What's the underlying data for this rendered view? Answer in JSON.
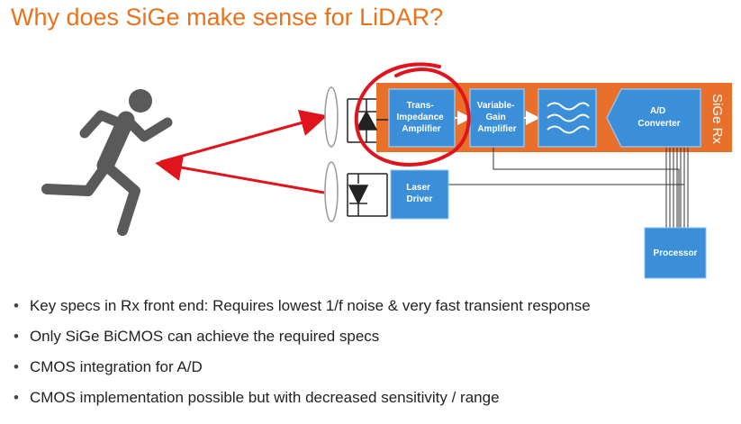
{
  "title": "Why does SiGe make sense for LiDAR?",
  "diagram": {
    "sige_rx_label": "SiGe Rx",
    "blocks": {
      "tia": [
        "Trans-",
        "Impedance",
        "Amplifier"
      ],
      "vga": [
        "Variable-",
        "Gain",
        "Amplifier"
      ],
      "adc": [
        "A/D",
        "Converter"
      ],
      "laser_driver": [
        "Laser",
        "Driver"
      ],
      "processor": [
        "Processor"
      ]
    },
    "colors": {
      "block_blue": "#3b8fd9",
      "sige_orange": "#e8702a",
      "highlight_red": "#e0141c",
      "arrow_red": "#e0141c",
      "title_orange": "#e8731e"
    },
    "icons": [
      "running-person-icon",
      "photodiode-icon",
      "laser-diode-icon",
      "filter-waves-icon"
    ]
  },
  "bullets": [
    "Key specs in Rx front end: Requires lowest 1/f noise & very fast transient response",
    "Only SiGe BiCMOS can achieve the required specs",
    "CMOS integration for A/D",
    "CMOS implementation possible but with decreased sensitivity / range"
  ]
}
